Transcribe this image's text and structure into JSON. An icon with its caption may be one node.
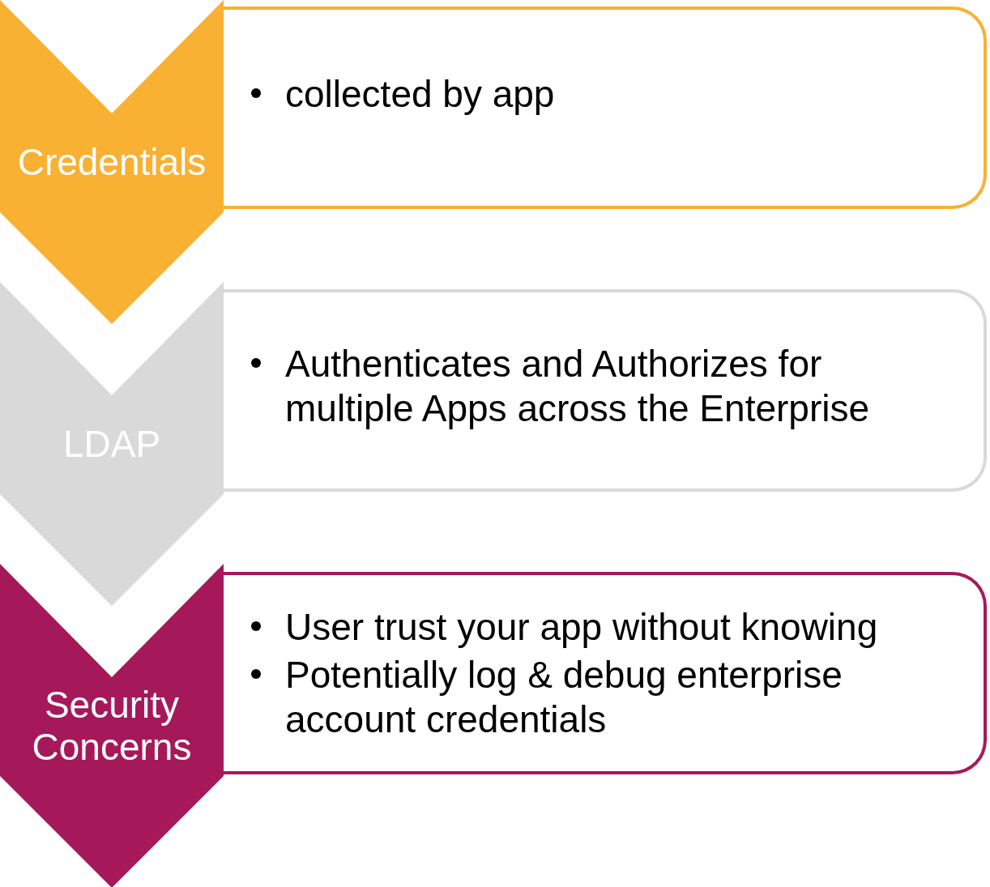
{
  "diagram": {
    "nodes": [
      {
        "text": [
          "Credentials"
        ]
      },
      {
        "text": [
          "collected by app"
        ]
      },
      {
        "text": [
          "LDAP"
        ]
      },
      {
        "text": [
          "Authenticates and Authorizes for multiple Apps across the Enterprise"
        ]
      },
      {
        "text": [
          "Security Concerns"
        ]
      },
      {
        "text": [
          "User trust your app without knowing",
          "Potentially log & debug enterprise account credentials"
        ]
      }
    ]
  }
}
